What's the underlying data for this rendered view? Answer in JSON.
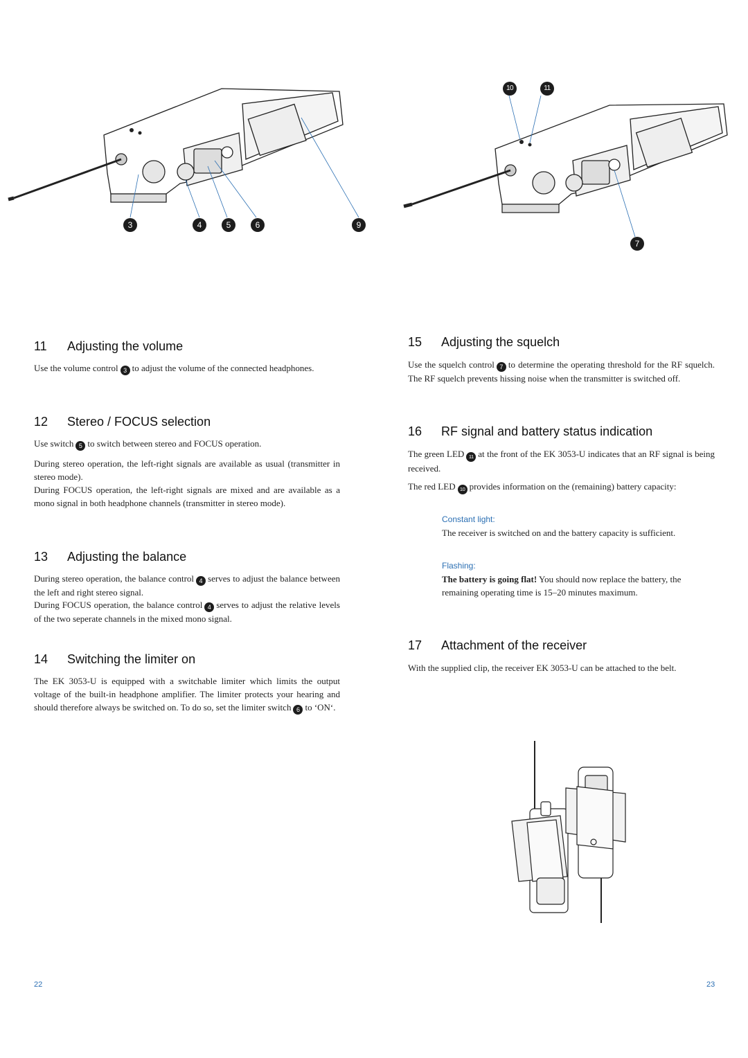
{
  "callouts_left": [
    "3",
    "4",
    "5",
    "6",
    "9"
  ],
  "callouts_right": [
    "10",
    "11",
    "7"
  ],
  "sections": {
    "s11": {
      "num": "11",
      "title": "Adjusting the volume",
      "p1a": "Use the volume control",
      "p1b": "to adjust the volume of the connected headphones."
    },
    "s12": {
      "num": "12",
      "title": "Stereo / FOCUS selection",
      "p1a": "Use switch",
      "p1b": "to switch between stereo and FOCUS operation.",
      "p2": "During stereo operation, the left-right signals are available as usual (transmitter in stereo mode).",
      "p3": "During FOCUS operation, the left-right signals are mixed and are available as a mono signal in both headphone channels (transmitter in stereo mode)."
    },
    "s13": {
      "num": "13",
      "title": "Adjusting the balance",
      "p1a": "During stereo operation, the balance control",
      "p1b": "serves to adjust the balance between the left and right stereo signal.",
      "p2a": "During FOCUS operation, the balance control",
      "p2b": "serves to adjust the relative levels of the two seperate channels in the mixed mono signal."
    },
    "s14": {
      "num": "14",
      "title": "Switching the limiter on",
      "p1a": "The EK 3053-U is equipped with a switchable limiter which limits the output voltage of the built-in headphone amplifier. The limiter protects your hearing and should therefore always be switched on. To do so, set the limiter switch",
      "p1b": "to ‘ON‘."
    },
    "s15": {
      "num": "15",
      "title": "Adjusting the squelch",
      "p1a": "Use the squelch control",
      "p1b": "to determine the operating threshold for the RF squelch. The RF squelch prevents hissing noise when the transmitter is switched off."
    },
    "s16": {
      "num": "16",
      "title": "RF signal and battery status indication",
      "p1a": "The green LED",
      "p1b": "at the front of the EK 3053-U indicates that an RF signal is being received.",
      "p2a": "The red LED",
      "p2b": "provides information on the (remaining) battery capacity:",
      "label1": "Constant light:",
      "text1": "The receiver is switched on and the battery capacity is sufficient.",
      "label2": "Flashing:",
      "text2_bold": "The battery is going flat!",
      "text2": " You should now replace the battery, the remaining operating time is 15–20 minutes maximum."
    },
    "s17": {
      "num": "17",
      "title": "Attachment of the receiver",
      "p1": "With the supplied clip, the receiver EK 3053-U can be attached to the belt."
    }
  },
  "badges": {
    "vol": "3",
    "focus": "5",
    "bal": "4",
    "lim": "6",
    "sq": "7",
    "green": "11",
    "red": "10"
  },
  "page_numbers": {
    "left": "22",
    "right": "23"
  },
  "colors": {
    "accent": "#2b6fb3",
    "callout_bg": "#1d1d1d",
    "leader": "#2b6fb3"
  }
}
